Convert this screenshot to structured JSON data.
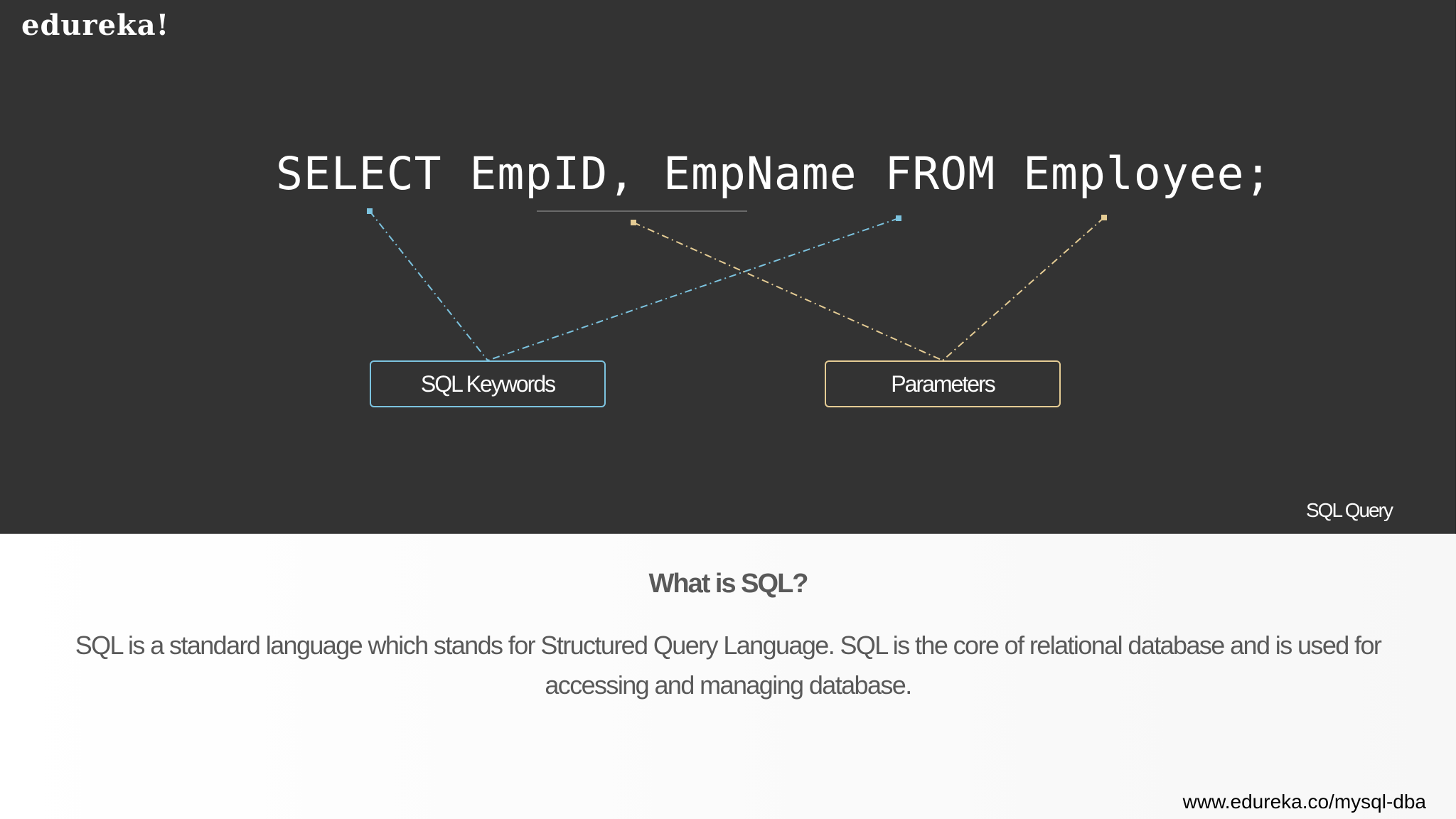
{
  "slide": {
    "logo": "edureka!",
    "query": "SELECT EmpID, EmpName FROM Employee;",
    "labels": {
      "keywords": "SQL Keywords",
      "parameters": "Parameters"
    },
    "panel_caption": "SQL Query",
    "heading": "What is SQL?",
    "description": "SQL is a standard language which stands for Structured Query Language. SQL is the core of relational database and is used for accessing and managing database.",
    "footer_url": "www.edureka.co/mysql-dba"
  },
  "colors": {
    "panel_background": "#333333",
    "keywords_accent": "#7cc3df",
    "parameters_accent": "#e5cc94",
    "body_text": "#595959"
  }
}
